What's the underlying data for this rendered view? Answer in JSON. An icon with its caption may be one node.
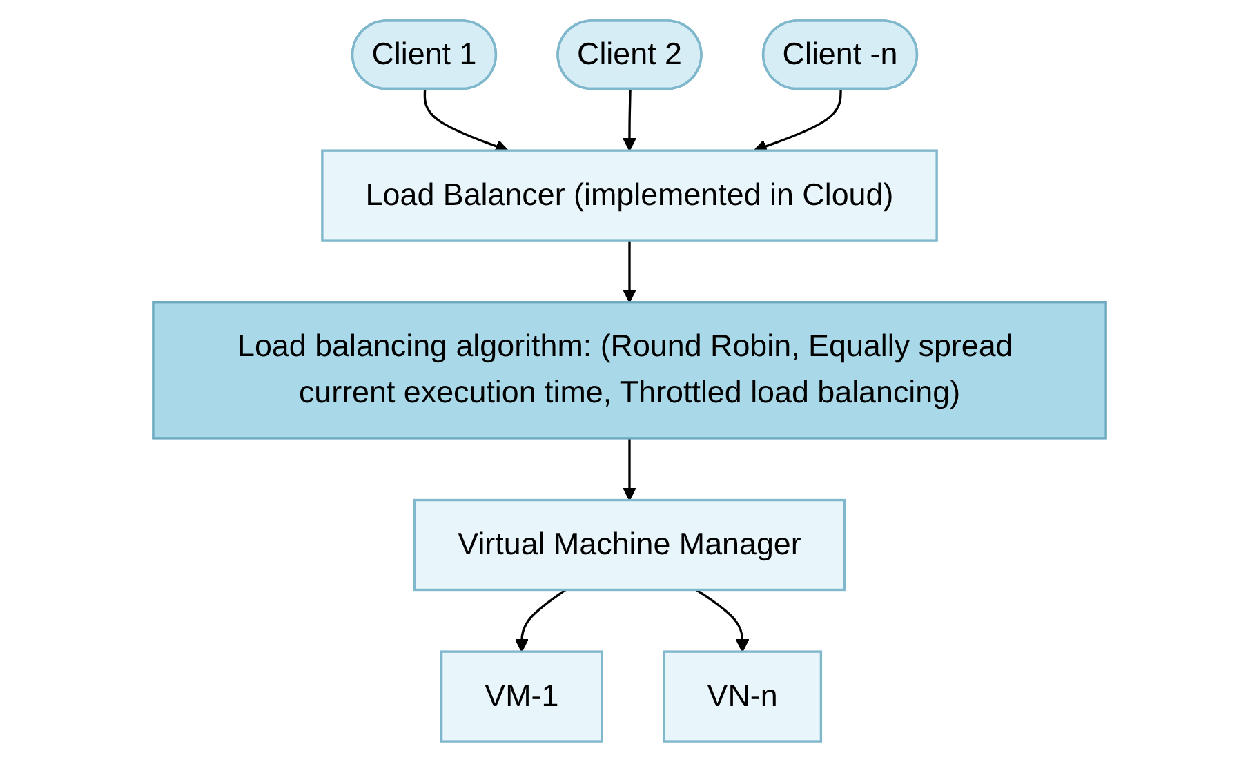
{
  "diagram": {
    "nodes": [
      {
        "text": [
          "Client 1"
        ]
      },
      {
        "text": [
          "Client 2"
        ]
      },
      {
        "text": [
          "Client -n"
        ]
      },
      {
        "text": [
          "Load Balancer (implemented in Cloud)"
        ]
      },
      {
        "text": [
          "Load balancing algorithm: (Round Robin, Equally spread current execution time, Throttled load balancing)"
        ]
      },
      {
        "text": [
          "Virtual Machine Manager"
        ]
      },
      {
        "text": [
          "VM-1"
        ]
      },
      {
        "text": [
          "VN-n"
        ]
      }
    ],
    "edges": [
      {
        "from": 0,
        "to": 3,
        "arrow": "to"
      },
      {
        "from": 1,
        "to": 3,
        "arrow": "to"
      },
      {
        "from": 2,
        "to": 3,
        "arrow": "to"
      },
      {
        "from": 3,
        "to": 4,
        "arrow": "to"
      },
      {
        "from": 4,
        "to": 5,
        "arrow": "to"
      },
      {
        "from": 5,
        "to": 6,
        "arrow": "to"
      },
      {
        "from": 5,
        "to": 7,
        "arrow": "to"
      }
    ]
  }
}
